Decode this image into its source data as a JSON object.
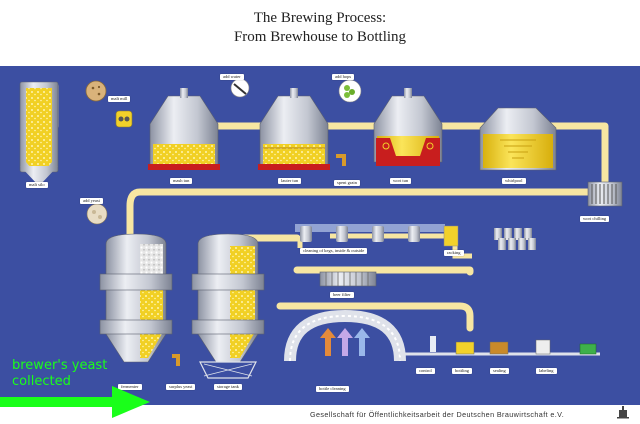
{
  "title": {
    "line1": "The Brewing Process:",
    "line2": "From Brewhouse to Bottling"
  },
  "labels": {
    "malt_silo": "malt silo",
    "malt_mill": "malt mill",
    "add_water": "add water",
    "add_hops": "add hops",
    "mash_tun": "mash tun",
    "lauter_tun": "lauter tun",
    "spent_grain": "spent grain",
    "wort_tun": "wort tun",
    "whirlpool": "whirlpool",
    "wort_chilling": "wort chilling",
    "add_yeast": "add yeast",
    "cleaning_kegs": "cleaning of kegs, inside & outside",
    "racking": "racking",
    "beer_filter": "beer filter",
    "fermenter": "fermenter",
    "surplus_yeast": "surplus yeast",
    "storage_tank": "storage tank",
    "bottle_cleaning": "bottle cleaning",
    "control": "control",
    "bottling": "bottling",
    "sealing": "sealing",
    "labeling": "labeling"
  },
  "annotation": {
    "line1": "brewer's yeast",
    "line2": "collected",
    "color": "#1aff1a"
  },
  "footer": {
    "text": "Gesellschaft für Öffentlichkeitsarbeit der Deutschen Brauwirtschaft e.V.",
    "logo_icon": "brewery-logo-icon"
  },
  "colors": {
    "background_panel": "#3c4fa2",
    "pipe": "#f7e6a2",
    "beer": "#f3d21c",
    "steel": "#c9cdd6",
    "mash_base": "#c81e1e"
  }
}
